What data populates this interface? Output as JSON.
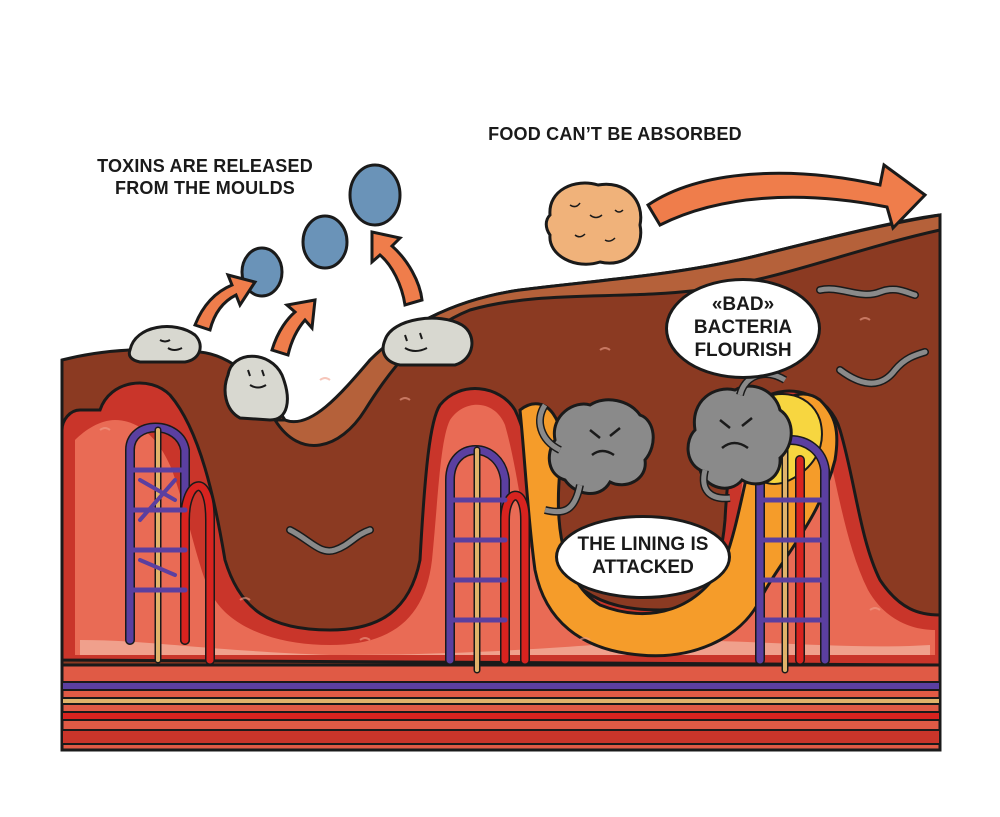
{
  "labels": {
    "toxins_line1": "TOXINS ARE RELEASED",
    "toxins_line2": "FROM THE MOULDS",
    "food": "FOOD CAN’T BE ABSORBED",
    "bad_line1": "«BAD»",
    "bad_line2": "BACTERIA",
    "bad_line3": "FLOURISH",
    "lining_line1": "THE LINING IS",
    "lining_line2": "ATTACKED"
  },
  "colors": {
    "outline": "#1a1a1a",
    "mucus_dark": "#8b3a22",
    "mucus_light": "#b5613a",
    "tissue_outer": "#c9352a",
    "tissue_inner": "#e96b55",
    "tissue_pink": "#f0a08c",
    "artery": "#d8231f",
    "vein": "#5b3fa0",
    "lymph": "#e0b36a",
    "spore": "#6a93b8",
    "arrow": "#ef7d4b",
    "food": "#f0b27a",
    "mould": "#d8d8d0",
    "bacteria": "#8a8a8a",
    "damage_orange": "#f59c2a",
    "damage_yellow": "#f7d640"
  },
  "icons": [
    "mould-icon",
    "spore-icon",
    "food-particle-icon",
    "bad-bacteria-icon",
    "worm-bacteria-icon",
    "arrow-icon",
    "blood-vessel-icon"
  ]
}
